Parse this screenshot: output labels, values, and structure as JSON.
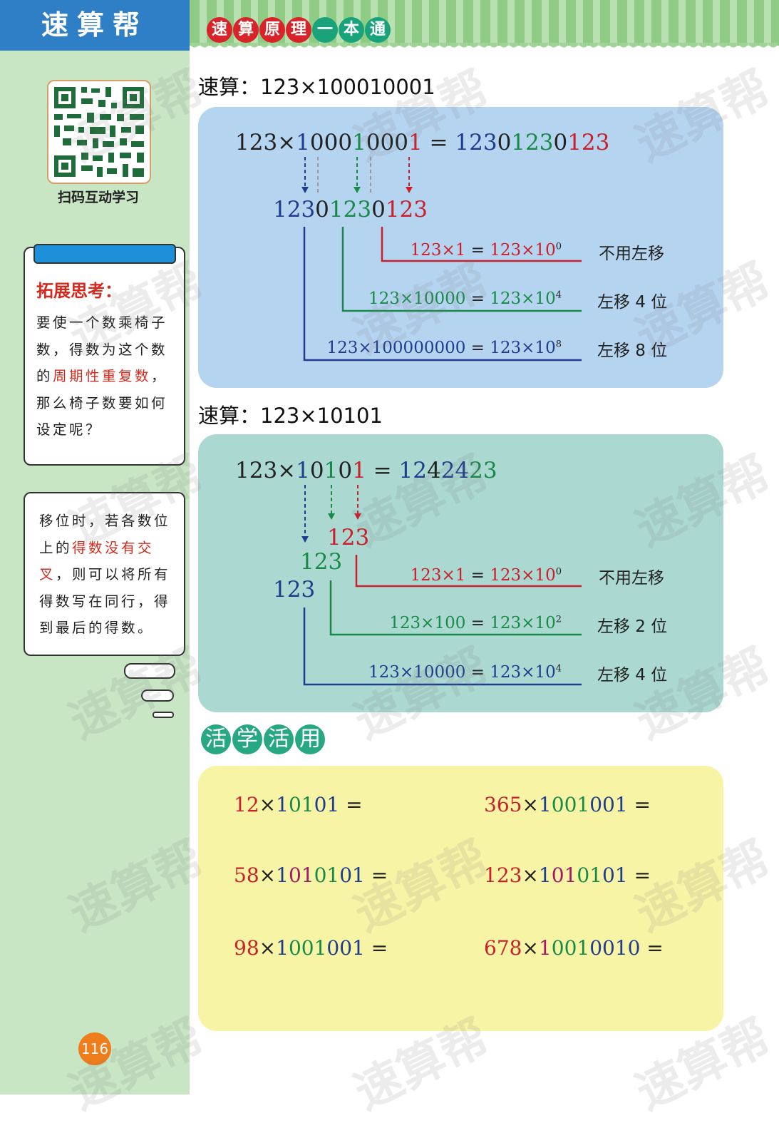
{
  "header": {
    "brand": "速算帮",
    "banner_chars": [
      {
        "ch": "速",
        "color": "#d8232a"
      },
      {
        "ch": "算",
        "color": "#d8232a"
      },
      {
        "ch": "原",
        "color": "#d8232a"
      },
      {
        "ch": "理",
        "color": "#d8232a"
      },
      {
        "ch": "一",
        "color": "#1aa37b"
      },
      {
        "ch": "本",
        "color": "#1aa37b"
      },
      {
        "ch": "通",
        "color": "#1aa37b"
      }
    ]
  },
  "sidebar": {
    "qr_caption": "扫码互动学习",
    "think_title": "拓展思考：",
    "think_body_1": "要使一个数乘椅子数，得数为这个数的",
    "think_body_red": "周期性重复数",
    "think_body_2": "，那么椅子数要如何设定呢？",
    "tip_1": "移位时，若各数位上的",
    "tip_red": "得数没有交叉",
    "tip_2": "，则可以将所有得数写在同行，得到最后的得数。",
    "page_number": "116"
  },
  "section1": {
    "heading": "速算：123×100010001",
    "eq_prefix": "123×",
    "eq_m1": "1",
    "eq_m2": "000",
    "eq_m3": "1",
    "eq_m4": "000",
    "eq_m5": "1",
    "eq_equals": " = ",
    "eq_r1": "123",
    "eq_r2": "0",
    "eq_r3": "123",
    "eq_r4": "0",
    "eq_r5": "123",
    "mid_1": "123",
    "mid_2": "0",
    "mid_3": "123",
    "mid_4": "0",
    "mid_5": "123",
    "rows": [
      {
        "left": "123×1",
        "right": "123×10",
        "exp": "0",
        "note": "不用左移"
      },
      {
        "left": "123×10000",
        "right": "123×10",
        "exp": "4",
        "note": "左移 4 位"
      },
      {
        "left": "123×100000000",
        "right": "123×10",
        "exp": "8",
        "note": "左移 8 位"
      }
    ]
  },
  "section2": {
    "heading": "速算：123×10101",
    "eq_prefix": "123×",
    "eq_m1": "1",
    "eq_m2": "0",
    "eq_m3": "1",
    "eq_m4": "0",
    "eq_m5": "1",
    "eq_equals": " = ",
    "eq_r1": "12",
    "eq_r2": "4",
    "eq_r3": "24",
    "eq_r4": "23",
    "stack_red": "123",
    "stack_green": "123",
    "stack_blue": "123",
    "rows": [
      {
        "left": "123×1",
        "right": "123×10",
        "exp": "0",
        "note": "不用左移"
      },
      {
        "left": "123×100",
        "right": "123×10",
        "exp": "2",
        "note": "左移 2 位"
      },
      {
        "left": "123×10000",
        "right": "123×10",
        "exp": "4",
        "note": "左移 4 位"
      }
    ]
  },
  "practice": {
    "label_chars": [
      "活",
      "学",
      "活",
      "用"
    ],
    "exercises": [
      {
        "a": "12",
        "op": "×",
        "b": "10101",
        "eq": " ="
      },
      {
        "a": "365",
        "op": "×",
        "b": "1001001",
        "eq": " ="
      },
      {
        "a": "58",
        "op": "×",
        "b": "1010101",
        "eq": " ="
      },
      {
        "a": "123",
        "op": "×",
        "b": "1010101",
        "eq": " ="
      },
      {
        "a": "98",
        "op": "×",
        "b": "1001001",
        "eq": " ="
      },
      {
        "a": "678",
        "op": "×",
        "b": "10010010",
        "eq": " ="
      }
    ]
  },
  "watermark": "速算帮",
  "colors": {
    "blue": "#1f3c8e",
    "green": "#178a47",
    "red": "#c9202b",
    "purple": "#a4186c",
    "panel_blue": "#b5d4f0",
    "panel_teal": "#acd8d2",
    "panel_yellow": "#f8f4a6"
  }
}
